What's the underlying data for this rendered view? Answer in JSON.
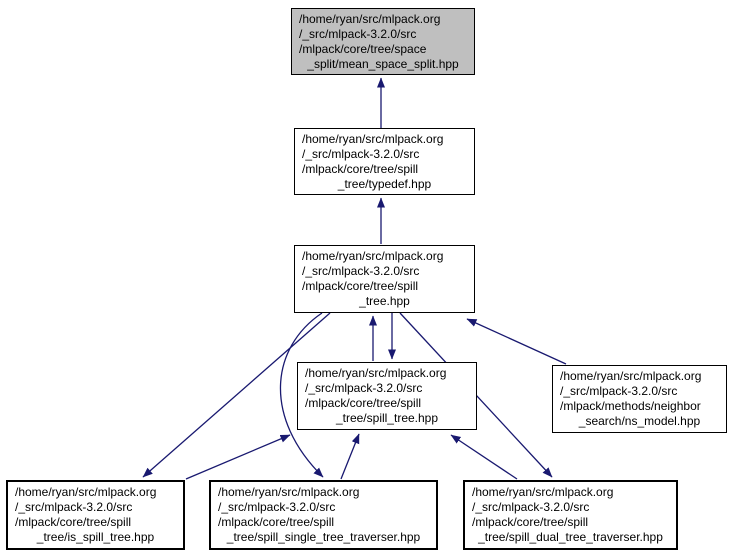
{
  "diagram": {
    "type": "include-dependency-graph",
    "edge_color": "#191970",
    "root_fill": "#bfbfbf",
    "node_fill": "#ffffff",
    "border_color": "#000000"
  },
  "nodes": {
    "mean_space_split": {
      "lines": [
        "/home/ryan/src/mlpack.org",
        "/_src/mlpack-3.2.0/src",
        "/mlpack/core/tree/space",
        "_split/mean_space_split.hpp"
      ]
    },
    "typedef": {
      "lines": [
        "/home/ryan/src/mlpack.org",
        "/_src/mlpack-3.2.0/src",
        "/mlpack/core/tree/spill",
        "_tree/typedef.hpp"
      ]
    },
    "spill_tree": {
      "lines": [
        "/home/ryan/src/mlpack.org",
        "/_src/mlpack-3.2.0/src",
        "/mlpack/core/tree/spill",
        "_tree.hpp"
      ]
    },
    "spill_tree_spill_tree": {
      "lines": [
        "/home/ryan/src/mlpack.org",
        "/_src/mlpack-3.2.0/src",
        "/mlpack/core/tree/spill",
        "_tree/spill_tree.hpp"
      ]
    },
    "ns_model": {
      "lines": [
        "/home/ryan/src/mlpack.org",
        "/_src/mlpack-3.2.0/src",
        "/mlpack/methods/neighbor",
        "_search/ns_model.hpp"
      ]
    },
    "is_spill_tree": {
      "lines": [
        "/home/ryan/src/mlpack.org",
        "/_src/mlpack-3.2.0/src",
        "/mlpack/core/tree/spill",
        "_tree/is_spill_tree.hpp"
      ]
    },
    "spill_single_tree_traverser": {
      "lines": [
        "/home/ryan/src/mlpack.org",
        "/_src/mlpack-3.2.0/src",
        "/mlpack/core/tree/spill",
        "_tree/spill_single_tree_traverser.hpp"
      ]
    },
    "spill_dual_tree_traverser": {
      "lines": [
        "/home/ryan/src/mlpack.org",
        "/_src/mlpack-3.2.0/src",
        "/mlpack/core/tree/spill",
        "_tree/spill_dual_tree_traverser.hpp"
      ]
    }
  },
  "edges": [
    {
      "from": "typedef",
      "to": "mean_space_split"
    },
    {
      "from": "spill_tree",
      "to": "typedef"
    },
    {
      "from": "spill_tree_spill_tree",
      "to": "spill_tree"
    },
    {
      "from": "spill_tree",
      "to": "spill_tree_spill_tree"
    },
    {
      "from": "spill_tree",
      "to": "is_spill_tree"
    },
    {
      "from": "spill_tree",
      "to": "spill_single_tree_traverser"
    },
    {
      "from": "spill_tree",
      "to": "spill_dual_tree_traverser"
    },
    {
      "from": "ns_model",
      "to": "spill_tree"
    },
    {
      "from": "is_spill_tree",
      "to": "spill_tree_spill_tree"
    },
    {
      "from": "spill_single_tree_traverser",
      "to": "spill_tree_spill_tree"
    },
    {
      "from": "spill_dual_tree_traverser",
      "to": "spill_tree_spill_tree"
    }
  ]
}
